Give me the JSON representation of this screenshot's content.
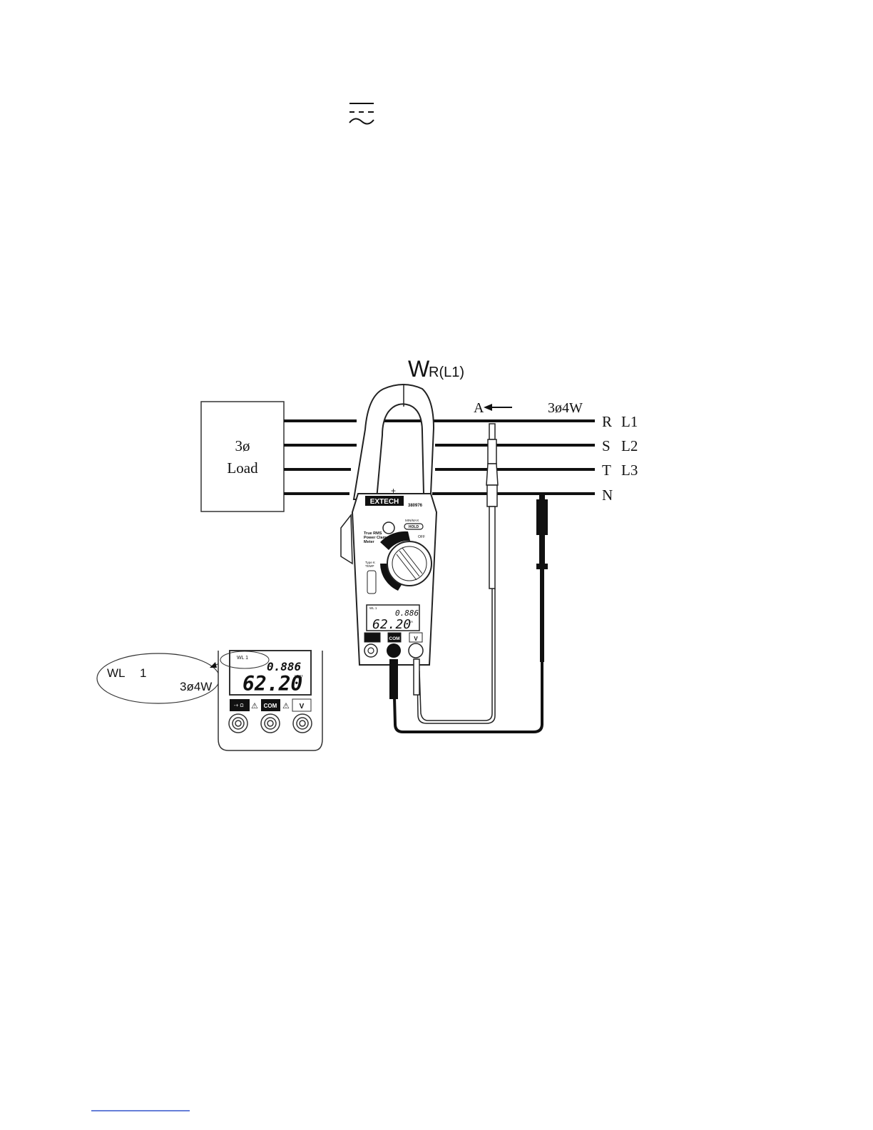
{
  "symbols": {
    "acdc_symbol": "ac-dc-symbol-icon"
  },
  "diagram": {
    "title_main": "W",
    "title_sub": "R(L1)",
    "load_line1": "3ø",
    "load_line2": "Load",
    "arrow_label": "A",
    "system_label": "3ø4W",
    "lines": [
      {
        "phase": "R",
        "name": "L1"
      },
      {
        "phase": "S",
        "name": "L2"
      },
      {
        "phase": "T",
        "name": "L3"
      },
      {
        "phase": "N",
        "name": ""
      }
    ]
  },
  "meter": {
    "brand": "EXTECH",
    "model": "380976",
    "true_rms": "True RMS",
    "power_clamp": "Power Clamp",
    "meter_label": "Meter",
    "hold_label": "HOLD",
    "minmax_label": "MIN/MAX",
    "off_label": "OFF",
    "typek_label": "Type K",
    "temp_label": "TEMP",
    "display_top": "0.886",
    "display_main": "62.20",
    "display_unit": "KA",
    "display_indicator": "WL 1",
    "com_label": "COM",
    "v_label": "V"
  },
  "callout": {
    "wl": "WL",
    "one": "1",
    "sys": "3ø4W"
  },
  "inset": {
    "indicator": "WL 1",
    "top_value": "0.886",
    "main_value": "62.20",
    "unit": "KW",
    "com_label": "COM",
    "v_label": "V"
  }
}
